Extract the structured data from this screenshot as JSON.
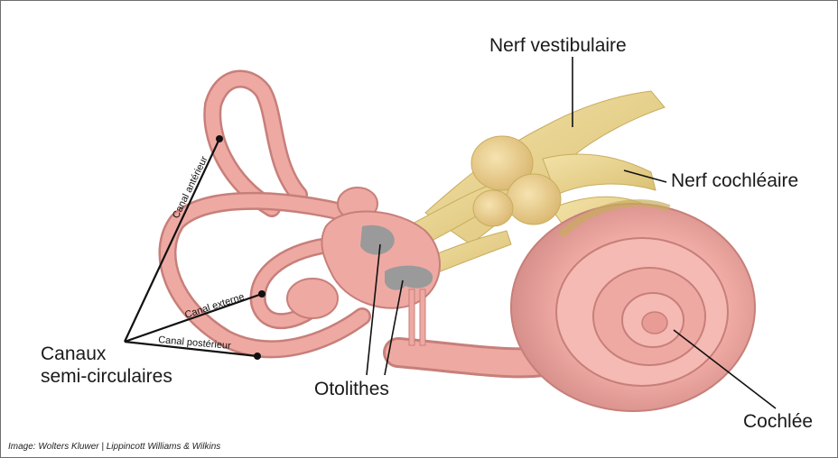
{
  "labels": {
    "nerf_vestibulaire": "Nerf vestibulaire",
    "nerf_cochleaire": "Nerf cochléaire",
    "canaux_line1": "Canaux",
    "canaux_line2": "semi-circulaires",
    "otolithes": "Otolithes",
    "cochlee": "Cochlée",
    "canal_anterieur": "Canal antérieur",
    "canal_externe": "Canal externe",
    "canal_posterieur": "Canal postérieur"
  },
  "credit": "Image: Wolters Kluwer | Lippincott Williams & Wilkins",
  "colors": {
    "membrane": "#efa9a3",
    "membrane_dark": "#c77f7a",
    "membrane_light": "#fbd3cd",
    "nerve": "#e9d48f",
    "nerve_dark": "#c7ad5e",
    "otolith": "#9a9a9a",
    "leader": "#111111"
  }
}
